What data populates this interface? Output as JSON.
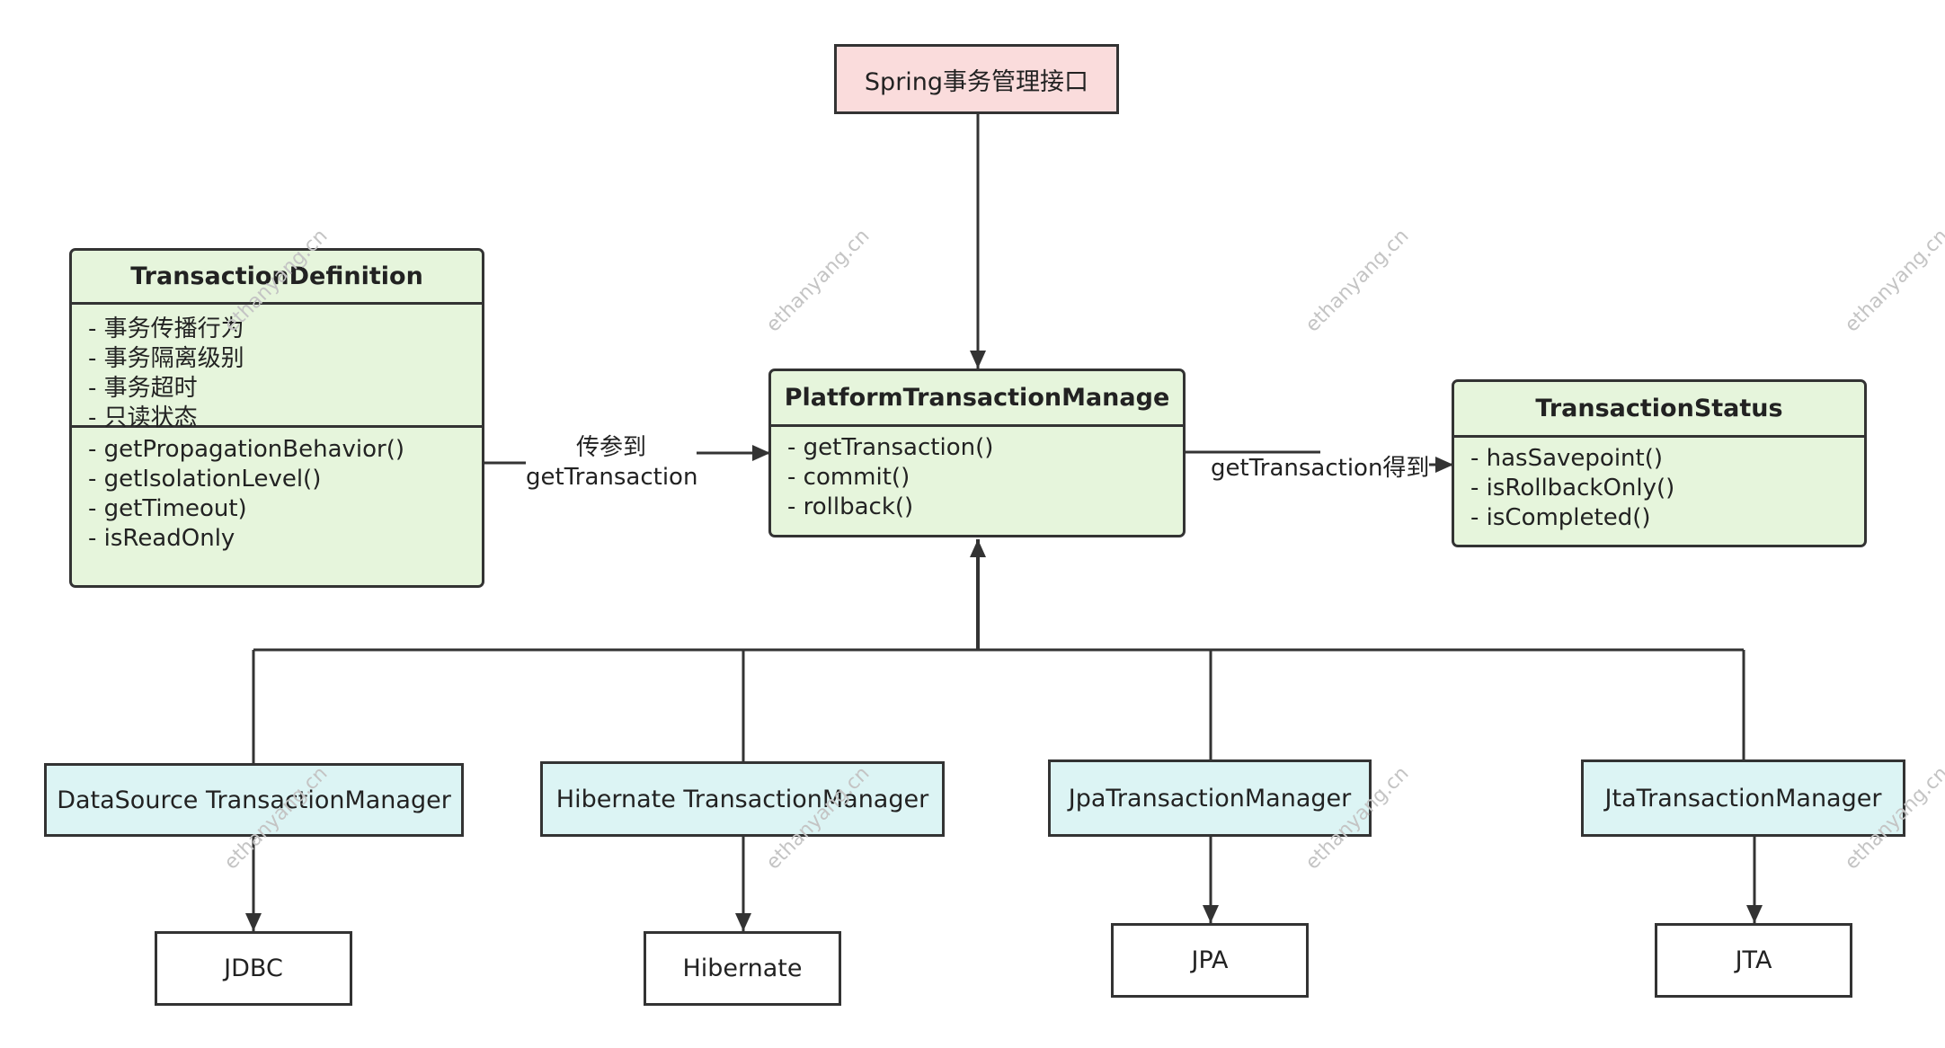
{
  "colors": {
    "root_fill": "#fadcdc",
    "uml_fill": "#e6f5dc",
    "impl_fill": "#dcf4f4",
    "border": "#333333",
    "watermark": "#c4c4c4"
  },
  "root": {
    "label": "Spring事务管理接口"
  },
  "definition": {
    "title": "TransactionDefinition",
    "attributes": [
      "- 事务传播行为",
      "- 事务隔离级别",
      "- 事务超时",
      "- 只读状态"
    ],
    "methods": [
      "- getPropagationBehavior()",
      "- getIsolationLevel()",
      "- getTimeout)",
      "- isReadOnly"
    ]
  },
  "manager": {
    "title": "PlatformTransactionManage",
    "methods": [
      "- getTransaction()",
      "- commit()",
      "- rollback()"
    ]
  },
  "status": {
    "title": "TransactionStatus",
    "methods": [
      "- hasSavepoint()",
      "- isRollbackOnly()",
      "- isCompleted()"
    ]
  },
  "edges": {
    "param_label_line1": "传参到",
    "param_label_line2": "getTransaction",
    "result_label": "getTransaction得到"
  },
  "implementations": [
    {
      "name": "DataSource TransactionManager",
      "target": "JDBC"
    },
    {
      "name": "Hibernate TransactionManager",
      "target": "Hibernate"
    },
    {
      "name": "JpaTransactionManager",
      "target": "JPA"
    },
    {
      "name": "JtaTransactionManager",
      "target": "JTA"
    }
  ],
  "watermark": "ethanyang.cn"
}
